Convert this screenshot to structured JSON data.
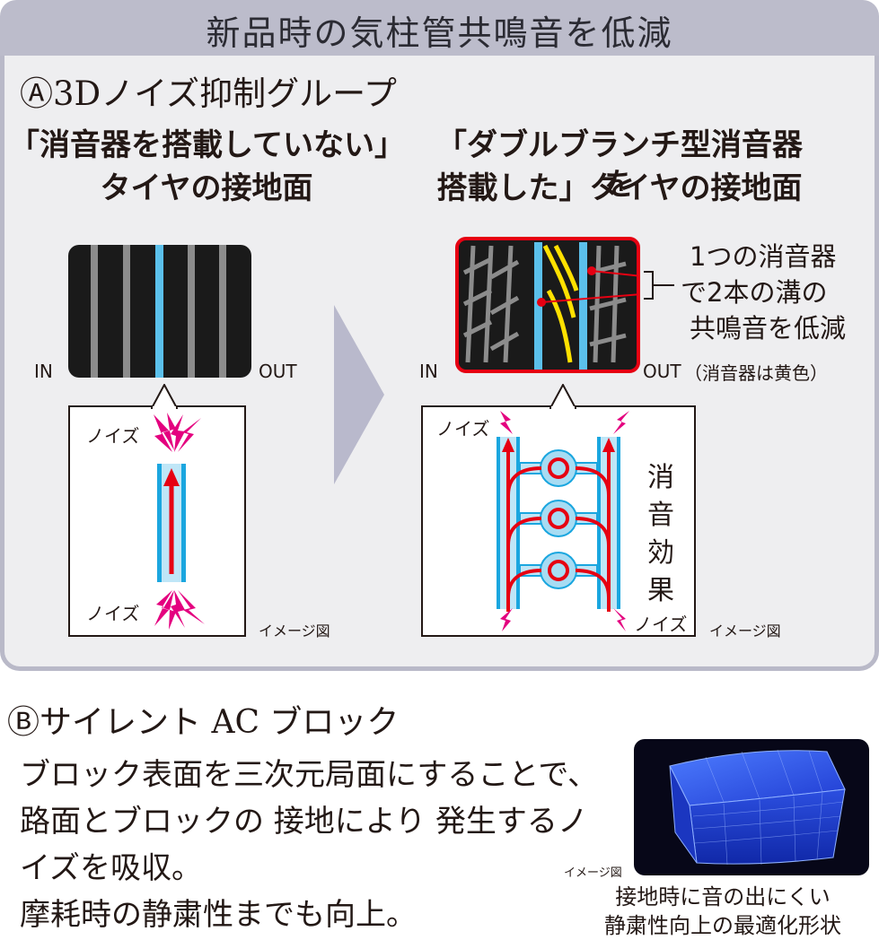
{
  "header": {
    "title": "新品時の気柱管共鳴音を低減"
  },
  "section_a": {
    "title": "Ⓐ3Dノイズ抑制グループ",
    "left": {
      "caption_line1": "「消音器を搭載していない」",
      "caption_line2": "タイヤの接地面",
      "label_in": "IN",
      "label_out": "OUT",
      "noise_top": "ノイズ",
      "noise_bottom": "ノイズ",
      "image_note": "イメージ図"
    },
    "right": {
      "caption_line1": "「ダブルブランチ型消音器を",
      "caption_line2": "搭載した」タイヤの接地面",
      "label_in": "IN",
      "label_out": "OUT",
      "callout_line1": "1つの消音器",
      "callout_line2": "で2本の溝の",
      "callout_line3": "共鳴音を低減",
      "callout_note": "（消音器は黄色）",
      "noise_top": "ノイズ",
      "noise_bottom": "ノイズ",
      "effect_label": [
        "消",
        "音",
        "効",
        "果"
      ],
      "image_note": "イメージ図"
    }
  },
  "section_b": {
    "title": "Ⓑサイレント AC ブロック",
    "body": [
      "ブロック表面を三次元局面にすることで、",
      "路面とブロックの 接地により 発生するノ",
      "イズを吸収。",
      "摩耗時の静粛性までも向上。"
    ],
    "image_note": "イメージ図",
    "caption_line1": "接地時に音の出にくい",
    "caption_line2": "静粛性向上の最適化形状"
  },
  "colors": {
    "panel_border": "#b9b9c8",
    "header": "#bcbccb",
    "groove_blue": "#5bc0eb",
    "silencer_yellow": "#ffe100",
    "noise_magenta": "#e4007f",
    "arrow_red": "#e60012"
  }
}
